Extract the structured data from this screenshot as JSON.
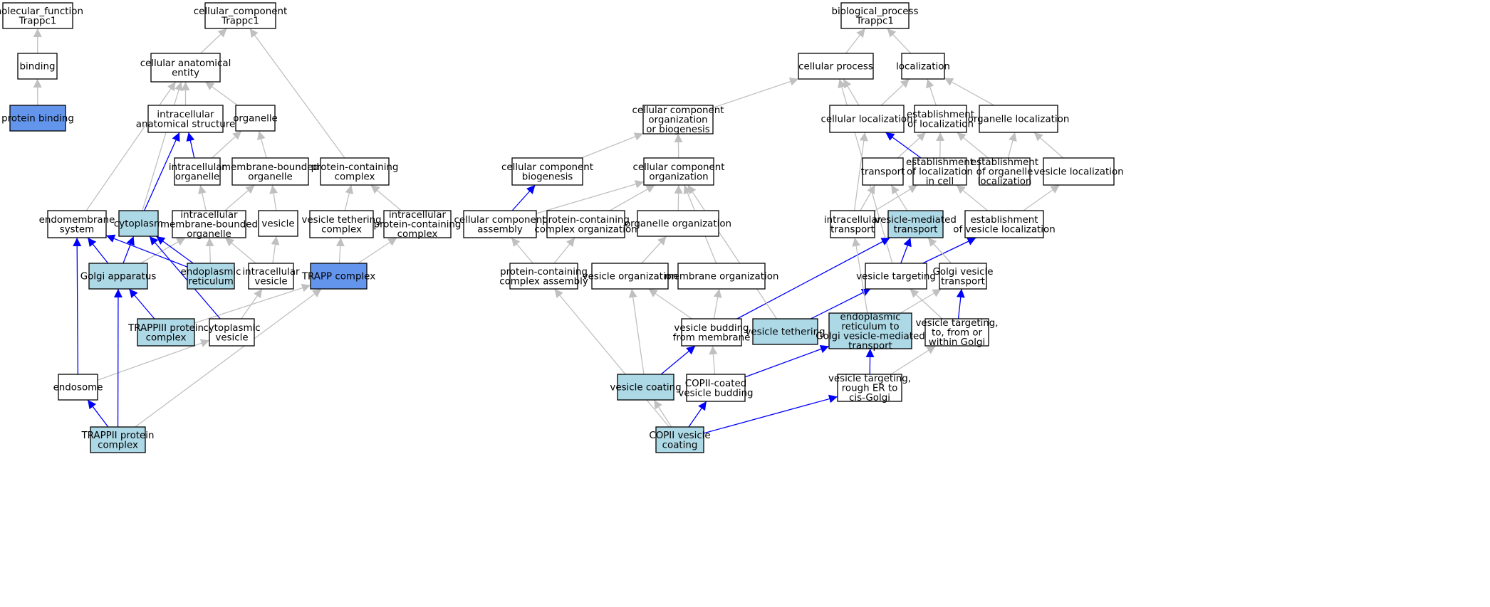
{
  "colors": {
    "default_fill": "#ffffff",
    "annotated_fill": "#add8e6",
    "highlight_fill": "#6495ed",
    "gray_edge": "#c0c0c0",
    "blue_edge": "#0000ff"
  },
  "nodes": [
    {
      "id": "mf",
      "lines": [
        "molecular_function",
        "Trappc1"
      ],
      "fill": "default"
    },
    {
      "id": "binding",
      "lines": [
        "binding"
      ],
      "fill": "default"
    },
    {
      "id": "protbind",
      "lines": [
        "protein binding"
      ],
      "fill": "highlight"
    },
    {
      "id": "cc",
      "lines": [
        "cellular_component",
        "Trappc1"
      ],
      "fill": "default"
    },
    {
      "id": "cae",
      "lines": [
        "cellular anatomical",
        "entity"
      ],
      "fill": "default"
    },
    {
      "id": "ias",
      "lines": [
        "intracellular",
        "anatomical structure"
      ],
      "fill": "default"
    },
    {
      "id": "organelle",
      "lines": [
        "organelle"
      ],
      "fill": "default"
    },
    {
      "id": "intorg",
      "lines": [
        "intracellular",
        "organelle"
      ],
      "fill": "default"
    },
    {
      "id": "mbo",
      "lines": [
        "membrane-bounded",
        "organelle"
      ],
      "fill": "default"
    },
    {
      "id": "pcc",
      "lines": [
        "protein-containing",
        "complex"
      ],
      "fill": "default"
    },
    {
      "id": "endosys",
      "lines": [
        "endomembrane",
        "system"
      ],
      "fill": "default"
    },
    {
      "id": "cytoplasm",
      "lines": [
        "cytoplasm"
      ],
      "fill": "annotated"
    },
    {
      "id": "imbo",
      "lines": [
        "intracellular",
        "membrane-bounded",
        "organelle"
      ],
      "fill": "default"
    },
    {
      "id": "vesicle",
      "lines": [
        "vesicle"
      ],
      "fill": "default"
    },
    {
      "id": "vtc",
      "lines": [
        "vesicle tethering",
        "complex"
      ],
      "fill": "default"
    },
    {
      "id": "ipcc",
      "lines": [
        "intracellular",
        "protein-containing",
        "complex"
      ],
      "fill": "default"
    },
    {
      "id": "golgi",
      "lines": [
        "Golgi apparatus"
      ],
      "fill": "annotated"
    },
    {
      "id": "er",
      "lines": [
        "endoplasmic",
        "reticulum"
      ],
      "fill": "annotated"
    },
    {
      "id": "intves",
      "lines": [
        "intracellular",
        "vesicle"
      ],
      "fill": "default"
    },
    {
      "id": "trapp",
      "lines": [
        "TRAPP complex"
      ],
      "fill": "highlight"
    },
    {
      "id": "trapp3",
      "lines": [
        "TRAPPIII protein",
        "complex"
      ],
      "fill": "annotated"
    },
    {
      "id": "cytves",
      "lines": [
        "cytoplasmic",
        "vesicle"
      ],
      "fill": "default"
    },
    {
      "id": "endosome",
      "lines": [
        "endosome"
      ],
      "fill": "default"
    },
    {
      "id": "trapp2",
      "lines": [
        "TRAPPII protein",
        "complex"
      ],
      "fill": "annotated"
    },
    {
      "id": "bp",
      "lines": [
        "biological_process",
        "Trappc1"
      ],
      "fill": "default"
    },
    {
      "id": "cp",
      "lines": [
        "cellular process"
      ],
      "fill": "default"
    },
    {
      "id": "loc",
      "lines": [
        "localization"
      ],
      "fill": "default"
    },
    {
      "id": "ccob",
      "lines": [
        "cellular component",
        "organization",
        "or biogenesis"
      ],
      "fill": "default"
    },
    {
      "id": "cellloc",
      "lines": [
        "cellular localization"
      ],
      "fill": "default"
    },
    {
      "id": "estloc",
      "lines": [
        "establishment",
        "of localization"
      ],
      "fill": "default"
    },
    {
      "id": "orgloc",
      "lines": [
        "organelle localization"
      ],
      "fill": "default"
    },
    {
      "id": "ccb",
      "lines": [
        "cellular component",
        "biogenesis"
      ],
      "fill": "default"
    },
    {
      "id": "cco",
      "lines": [
        "cellular component",
        "organization"
      ],
      "fill": "default"
    },
    {
      "id": "transport",
      "lines": [
        "transport"
      ],
      "fill": "default"
    },
    {
      "id": "estlocc",
      "lines": [
        "establishment",
        "of localization",
        "in cell"
      ],
      "fill": "default"
    },
    {
      "id": "estorgloc",
      "lines": [
        "establishment",
        "of organelle",
        "localization"
      ],
      "fill": "default"
    },
    {
      "id": "vesloc",
      "lines": [
        "vesicle localization"
      ],
      "fill": "default"
    },
    {
      "id": "cca",
      "lines": [
        "cellular component",
        "assembly"
      ],
      "fill": "default"
    },
    {
      "id": "pcco",
      "lines": [
        "protein-containing",
        "complex organization"
      ],
      "fill": "default"
    },
    {
      "id": "orgorg",
      "lines": [
        "organelle organization"
      ],
      "fill": "default"
    },
    {
      "id": "inttrans",
      "lines": [
        "intracellular",
        "transport"
      ],
      "fill": "default"
    },
    {
      "id": "vmt",
      "lines": [
        "vesicle-mediated",
        "transport"
      ],
      "fill": "annotated"
    },
    {
      "id": "estvesloc",
      "lines": [
        "establishment",
        "of vesicle localization"
      ],
      "fill": "default"
    },
    {
      "id": "pcca",
      "lines": [
        "protein-containing",
        "complex assembly"
      ],
      "fill": "default"
    },
    {
      "id": "vesorg",
      "lines": [
        "vesicle organization"
      ],
      "fill": "default"
    },
    {
      "id": "memorg",
      "lines": [
        "membrane organization"
      ],
      "fill": "default"
    },
    {
      "id": "vestarg",
      "lines": [
        "vesicle targeting"
      ],
      "fill": "default"
    },
    {
      "id": "golgives",
      "lines": [
        "Golgi vesicle",
        "transport"
      ],
      "fill": "default"
    },
    {
      "id": "vesbud",
      "lines": [
        "vesicle budding",
        "from membrane"
      ],
      "fill": "default"
    },
    {
      "id": "vesteth",
      "lines": [
        "vesicle tethering"
      ],
      "fill": "annotated"
    },
    {
      "id": "ergolgi",
      "lines": [
        "endoplasmic",
        "reticulum to",
        "Golgi vesicle-mediated",
        "transport"
      ],
      "fill": "annotated"
    },
    {
      "id": "vtgolgi",
      "lines": [
        "vesicle targeting,",
        "to, from or",
        "within Golgi"
      ],
      "fill": "default"
    },
    {
      "id": "vescoat",
      "lines": [
        "vesicle coating"
      ],
      "fill": "annotated"
    },
    {
      "id": "copiibud",
      "lines": [
        "COPII-coated",
        "vesicle budding"
      ],
      "fill": "default"
    },
    {
      "id": "vtrough",
      "lines": [
        "vesicle targeting,",
        "rough ER to",
        "cis-Golgi"
      ],
      "fill": "default"
    },
    {
      "id": "copiicoat",
      "lines": [
        "COPII vesicle",
        "coating"
      ],
      "fill": "annotated"
    }
  ],
  "edges": [
    {
      "from": "binding",
      "to": "mf",
      "color": "gray"
    },
    {
      "from": "protbind",
      "to": "binding",
      "color": "gray"
    },
    {
      "from": "cae",
      "to": "cc",
      "color": "gray"
    },
    {
      "from": "pcc",
      "to": "cc",
      "color": "gray"
    },
    {
      "from": "ias",
      "to": "cae",
      "color": "gray"
    },
    {
      "from": "organelle",
      "to": "cae",
      "color": "gray"
    },
    {
      "from": "endosys",
      "to": "cae",
      "color": "gray"
    },
    {
      "from": "cytoplasm",
      "to": "cae",
      "color": "gray"
    },
    {
      "from": "intorg",
      "to": "ias",
      "color": "blue"
    },
    {
      "from": "intorg",
      "to": "organelle",
      "color": "gray"
    },
    {
      "from": "mbo",
      "to": "organelle",
      "color": "gray"
    },
    {
      "from": "cytoplasm",
      "to": "ias",
      "color": "blue"
    },
    {
      "from": "imbo",
      "to": "intorg",
      "color": "gray"
    },
    {
      "from": "imbo",
      "to": "mbo",
      "color": "gray"
    },
    {
      "from": "vesicle",
      "to": "mbo",
      "color": "gray"
    },
    {
      "from": "vtc",
      "to": "pcc",
      "color": "gray"
    },
    {
      "from": "ipcc",
      "to": "pcc",
      "color": "gray"
    },
    {
      "from": "golgi",
      "to": "endosys",
      "color": "blue"
    },
    {
      "from": "golgi",
      "to": "cytoplasm",
      "color": "blue"
    },
    {
      "from": "golgi",
      "to": "imbo",
      "color": "gray"
    },
    {
      "from": "er",
      "to": "endosys",
      "color": "blue"
    },
    {
      "from": "er",
      "to": "cytoplasm",
      "color": "blue"
    },
    {
      "from": "er",
      "to": "imbo",
      "color": "gray"
    },
    {
      "from": "intves",
      "to": "imbo",
      "color": "gray"
    },
    {
      "from": "intves",
      "to": "vesicle",
      "color": "gray"
    },
    {
      "from": "trapp",
      "to": "vtc",
      "color": "gray"
    },
    {
      "from": "trapp",
      "to": "ipcc",
      "color": "gray"
    },
    {
      "from": "trapp3",
      "to": "golgi",
      "color": "blue"
    },
    {
      "from": "trapp3",
      "to": "trapp",
      "color": "gray"
    },
    {
      "from": "cytves",
      "to": "cytoplasm",
      "color": "blue"
    },
    {
      "from": "cytves",
      "to": "intves",
      "color": "gray"
    },
    {
      "from": "endosome",
      "to": "endosys",
      "color": "blue"
    },
    {
      "from": "endosome",
      "to": "cytves",
      "color": "gray"
    },
    {
      "from": "trapp2",
      "to": "golgi",
      "color": "blue"
    },
    {
      "from": "trapp2",
      "to": "endosome",
      "color": "blue"
    },
    {
      "from": "trapp2",
      "to": "trapp",
      "color": "gray"
    },
    {
      "from": "cp",
      "to": "bp",
      "color": "gray"
    },
    {
      "from": "loc",
      "to": "bp",
      "color": "gray"
    },
    {
      "from": "ccob",
      "to": "cp",
      "color": "gray"
    },
    {
      "from": "cellloc",
      "to": "cp",
      "color": "gray"
    },
    {
      "from": "cellloc",
      "to": "loc",
      "color": "gray"
    },
    {
      "from": "estloc",
      "to": "loc",
      "color": "gray"
    },
    {
      "from": "orgloc",
      "to": "loc",
      "color": "gray"
    },
    {
      "from": "ccb",
      "to": "ccob",
      "color": "gray"
    },
    {
      "from": "cco",
      "to": "ccob",
      "color": "gray"
    },
    {
      "from": "transport",
      "to": "estloc",
      "color": "gray"
    },
    {
      "from": "estlocc",
      "to": "cellloc",
      "color": "blue"
    },
    {
      "from": "estlocc",
      "to": "estloc",
      "color": "gray"
    },
    {
      "from": "estorgloc",
      "to": "estloc",
      "color": "gray"
    },
    {
      "from": "estorgloc",
      "to": "orgloc",
      "color": "gray"
    },
    {
      "from": "vesloc",
      "to": "orgloc",
      "color": "gray"
    },
    {
      "from": "cca",
      "to": "ccb",
      "color": "blue"
    },
    {
      "from": "cca",
      "to": "cco",
      "color": "gray"
    },
    {
      "from": "pcco",
      "to": "cco",
      "color": "gray"
    },
    {
      "from": "orgorg",
      "to": "cco",
      "color": "gray"
    },
    {
      "from": "inttrans",
      "to": "cellloc",
      "color": "gray"
    },
    {
      "from": "inttrans",
      "to": "transport",
      "color": "gray"
    },
    {
      "from": "inttrans",
      "to": "estlocc",
      "color": "gray"
    },
    {
      "from": "vmt",
      "to": "transport",
      "color": "gray"
    },
    {
      "from": "estvesloc",
      "to": "estlocc",
      "color": "gray"
    },
    {
      "from": "estvesloc",
      "to": "vesloc",
      "color": "gray"
    },
    {
      "from": "pcca",
      "to": "cca",
      "color": "gray"
    },
    {
      "from": "pcca",
      "to": "pcco",
      "color": "gray"
    },
    {
      "from": "vesorg",
      "to": "orgorg",
      "color": "gray"
    },
    {
      "from": "memorg",
      "to": "cco",
      "color": "gray"
    },
    {
      "from": "vestarg",
      "to": "cp",
      "color": "gray"
    },
    {
      "from": "vestarg",
      "to": "vmt",
      "color": "blue"
    },
    {
      "from": "vestarg",
      "to": "estvesloc",
      "color": "blue"
    },
    {
      "from": "golgives",
      "to": "vmt",
      "color": "gray"
    },
    {
      "from": "vesbud",
      "to": "vmt",
      "color": "blue"
    },
    {
      "from": "vesbud",
      "to": "vesorg",
      "color": "gray"
    },
    {
      "from": "vesbud",
      "to": "memorg",
      "color": "gray"
    },
    {
      "from": "vesteth",
      "to": "cco",
      "color": "gray"
    },
    {
      "from": "vesteth",
      "to": "vestarg",
      "color": "blue"
    },
    {
      "from": "ergolgi",
      "to": "inttrans",
      "color": "gray"
    },
    {
      "from": "ergolgi",
      "to": "golgives",
      "color": "gray"
    },
    {
      "from": "vtgolgi",
      "to": "vestarg",
      "color": "gray"
    },
    {
      "from": "vtgolgi",
      "to": "golgives",
      "color": "blue"
    },
    {
      "from": "vescoat",
      "to": "vesorg",
      "color": "gray"
    },
    {
      "from": "vescoat",
      "to": "vesbud",
      "color": "blue"
    },
    {
      "from": "copiibud",
      "to": "vesbud",
      "color": "gray"
    },
    {
      "from": "copiibud",
      "to": "ergolgi",
      "color": "blue"
    },
    {
      "from": "vtrough",
      "to": "ergolgi",
      "color": "blue"
    },
    {
      "from": "vtrough",
      "to": "vtgolgi",
      "color": "gray"
    },
    {
      "from": "copiicoat",
      "to": "pcca",
      "color": "gray"
    },
    {
      "from": "copiicoat",
      "to": "vescoat",
      "color": "gray"
    },
    {
      "from": "copiicoat",
      "to": "copiibud",
      "color": "blue"
    },
    {
      "from": "copiicoat",
      "to": "vtrough",
      "color": "blue"
    }
  ]
}
